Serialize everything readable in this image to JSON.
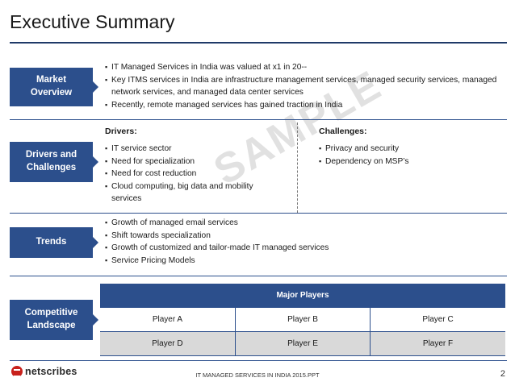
{
  "title": "Executive Summary",
  "sections": {
    "market": {
      "label": "Market\nOverview",
      "bullets": [
        "IT Managed Services in India was valued at x1 in 20--",
        "Key ITMS services in India are infrastructure management services, managed security services, managed network services, and managed data center services",
        "Recently, remote managed services has gained traction in India"
      ]
    },
    "drivers": {
      "label": "Drivers and\nChallenges",
      "drivers_heading": "Drivers:",
      "drivers": [
        "IT service sector",
        "Need for specialization",
        "Need for cost reduction",
        "Cloud computing, big data and mobility services"
      ],
      "challenges_heading": "Challenges:",
      "challenges": [
        "Privacy and security",
        "Dependency on MSP’s"
      ]
    },
    "trends": {
      "label": "Trends",
      "bullets": [
        "Growth of managed email services",
        "Shift towards specialization",
        "Growth of customized and tailor-made IT managed services",
        "Service Pricing Models"
      ]
    },
    "competitive": {
      "label": "Competitive\nLandscape",
      "table_header": "Major Players",
      "rows": [
        [
          "Player A",
          "Player B",
          "Player C"
        ],
        [
          "Player D",
          "Player E",
          "Player F"
        ]
      ]
    }
  },
  "watermark": "SAMPLE",
  "footer": {
    "brand": "netscribes",
    "center_text": "IT MANAGED SERVICES IN INDIA 2015.PPT",
    "page_number": "2"
  },
  "colors": {
    "accent": "#2c4f8c",
    "logo_red": "#c8211c",
    "row_shade": "#d9d9d9"
  }
}
